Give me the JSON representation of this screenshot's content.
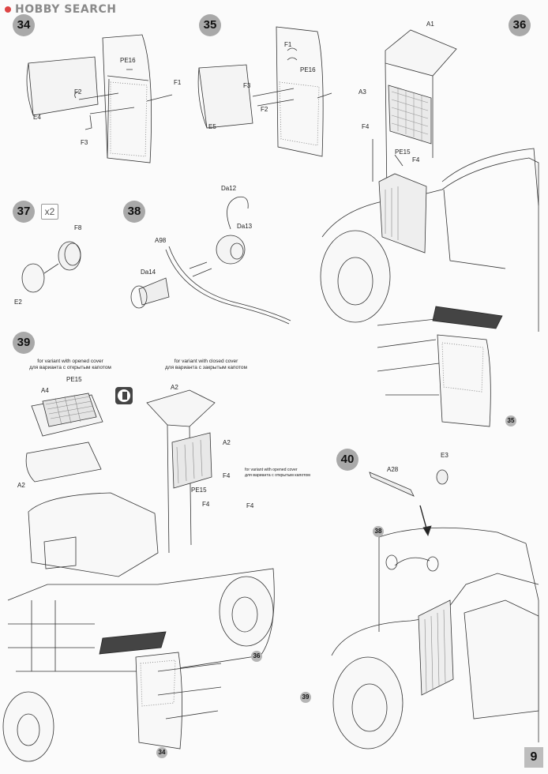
{
  "header": {
    "logo_text": "HOBBY SEARCH"
  },
  "page_number": "9",
  "steps": [
    {
      "number": "34"
    },
    {
      "number": "35"
    },
    {
      "number": "36"
    },
    {
      "number": "37"
    },
    {
      "number": "38"
    },
    {
      "number": "39"
    },
    {
      "number": "40"
    }
  ],
  "multiplier": "x2",
  "labels": {
    "s34": [
      "PE16",
      "F1",
      "F2",
      "E4",
      "F3"
    ],
    "s35": [
      "F1",
      "PE16",
      "F3",
      "F2",
      "E5"
    ],
    "s36": [
      "A1",
      "A3",
      "F4",
      "PE15",
      "F4"
    ],
    "s37": [
      "F8",
      "E2"
    ],
    "s38": [
      "Da12",
      "Da13",
      "A98",
      "Da14"
    ],
    "s39": [
      "A4",
      "PE15",
      "A2",
      "A2",
      "A2",
      "F4",
      "PE15",
      "F4",
      "F4"
    ],
    "s40": [
      "A28",
      "E3"
    ]
  },
  "callouts": {
    "s36": "35",
    "s39": [
      "36",
      "34"
    ],
    "s40": [
      "38",
      "39"
    ]
  },
  "variant_notes": {
    "opened_en": "for variant with opened cover",
    "opened_ru": "для варианта с открытым капотом",
    "closed_en": "for variant with closed cover",
    "closed_ru": "для варианта с закрытым капотом",
    "opened_small_en": "for variant with opened cover",
    "opened_small_ru": "для варианта с открытым капотом"
  }
}
